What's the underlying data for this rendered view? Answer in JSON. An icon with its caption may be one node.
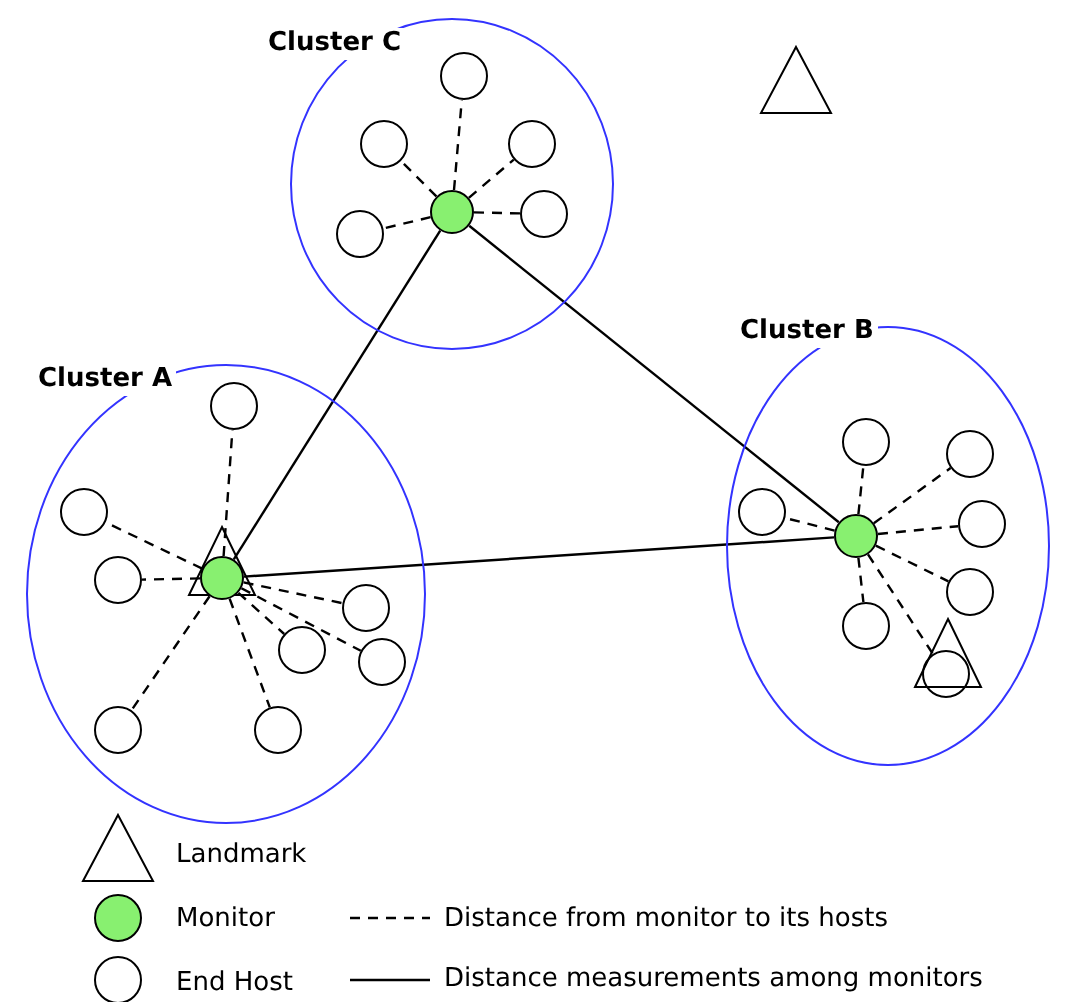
{
  "diagram": {
    "nodes": [
      {
        "text": [
          "Cluster C"
        ]
      },
      {
        "text": [],
        "shape": "circle",
        "in": 0
      },
      {
        "text": [],
        "shape": "circle",
        "in": 0
      },
      {
        "text": [],
        "shape": "circle",
        "in": 0
      },
      {
        "text": [],
        "shape": "circle",
        "in": 0
      },
      {
        "text": [],
        "shape": "circle",
        "in": 0
      },
      {
        "text": [],
        "shape": "circle",
        "in": 0
      },
      {
        "text": [],
        "shape": "triangle"
      },
      {
        "text": [
          "Cluster B"
        ]
      },
      {
        "text": [],
        "shape": "circle",
        "in": 8
      },
      {
        "text": [],
        "shape": "circle",
        "in": 8
      },
      {
        "text": [],
        "shape": "circle",
        "in": 8
      },
      {
        "text": [],
        "shape": "circle",
        "in": 8
      },
      {
        "text": [],
        "shape": "circle",
        "in": 8
      },
      {
        "text": [],
        "shape": "circle",
        "in": 8
      },
      {
        "text": [],
        "shape": "circle",
        "in": 8
      },
      {
        "text": [],
        "shape": "circle",
        "in": 8
      },
      {
        "text": [],
        "shape": "triangle",
        "in": 8
      },
      {
        "text": [
          "Cluster A"
        ]
      },
      {
        "text": [],
        "shape": "circle",
        "in": 18
      },
      {
        "text": [],
        "shape": "circle",
        "in": 18
      },
      {
        "text": [],
        "shape": "circle",
        "in": 18
      },
      {
        "text": [],
        "shape": "circle",
        "in": 18
      },
      {
        "text": [],
        "shape": "circle",
        "in": 18
      },
      {
        "text": [],
        "shape": "circle",
        "in": 18
      },
      {
        "text": [],
        "shape": "circle",
        "in": 18
      },
      {
        "text": [],
        "shape": "circle",
        "in": 18
      },
      {
        "text": [],
        "shape": "circle",
        "in": 18
      },
      {
        "text": [],
        "shape": "triangle",
        "in": 18
      }
    ],
    "edges": [
      {
        "from": 1,
        "to": 2,
        "arrow": "none",
        "style": "dashed"
      },
      {
        "from": 1,
        "to": 3,
        "arrow": "none",
        "style": "dashed"
      },
      {
        "from": 1,
        "to": 4,
        "arrow": "none",
        "style": "dashed"
      },
      {
        "from": 1,
        "to": 5,
        "arrow": "none",
        "style": "dashed"
      },
      {
        "from": 1,
        "to": 6,
        "arrow": "none",
        "style": "dashed"
      },
      {
        "from": 9,
        "to": 10,
        "arrow": "none",
        "style": "dashed"
      },
      {
        "from": 9,
        "to": 11,
        "arrow": "none",
        "style": "dashed"
      },
      {
        "from": 9,
        "to": 12,
        "arrow": "none",
        "style": "dashed"
      },
      {
        "from": 9,
        "to": 13,
        "arrow": "none",
        "style": "dashed"
      },
      {
        "from": 9,
        "to": 14,
        "arrow": "none",
        "style": "dashed"
      },
      {
        "from": 9,
        "to": 15,
        "arrow": "none",
        "style": "dashed"
      },
      {
        "from": 9,
        "to": 16,
        "arrow": "none",
        "style": "dashed"
      },
      {
        "from": 19,
        "to": 20,
        "arrow": "none",
        "style": "dashed"
      },
      {
        "from": 19,
        "to": 21,
        "arrow": "none",
        "style": "dashed"
      },
      {
        "from": 19,
        "to": 22,
        "arrow": "none",
        "style": "dashed"
      },
      {
        "from": 19,
        "to": 23,
        "arrow": "none",
        "style": "dashed"
      },
      {
        "from": 19,
        "to": 24,
        "arrow": "none",
        "style": "dashed"
      },
      {
        "from": 19,
        "to": 25,
        "arrow": "none",
        "style": "dashed"
      },
      {
        "from": 19,
        "to": 26,
        "arrow": "none",
        "style": "dashed"
      },
      {
        "from": 19,
        "to": 27,
        "arrow": "none",
        "style": "dashed"
      },
      {
        "from": 19,
        "to": 1,
        "arrow": "none"
      },
      {
        "from": 1,
        "to": 9,
        "arrow": "none"
      },
      {
        "from": 19,
        "to": 9,
        "arrow": "none"
      }
    ],
    "legend": [
      {
        "text": "Landmark"
      },
      {
        "text": "Monitor"
      },
      {
        "text": "End Host"
      },
      {
        "text": "Distance from monitor to its hosts"
      },
      {
        "text": "Distance measurements among monitors"
      }
    ]
  }
}
